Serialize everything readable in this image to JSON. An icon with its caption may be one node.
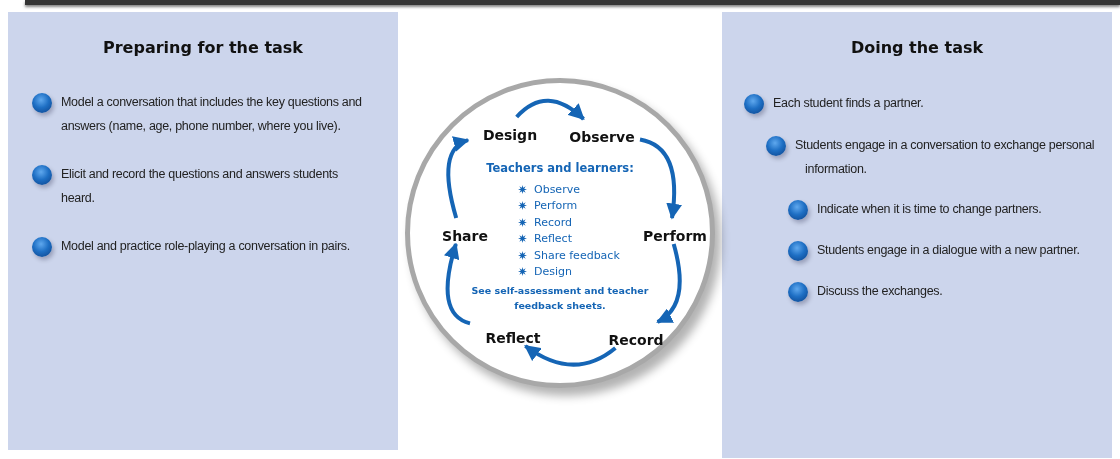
{
  "diagram": {
    "nodes": [
      {
        "text": [
          "Preparing for the task",
          "Model a conversation that includes the key questions and answers (name, age, phone number, where you live).",
          "Elicit and record the questions and answers students heard.",
          "Model and practice role-playing a conversation in pairs."
        ]
      },
      {
        "text": [
          "Doing the task",
          "Each student finds a partner.",
          "Students engage in a conversation to exchange personal information.",
          "Indicate when it is time to change partners.",
          "Students engage in a dialogue with a new partner.",
          "Discuss the exchanges."
        ]
      },
      {
        "text": [
          "Teachers and learners:",
          "Observe",
          "Perform",
          "Record",
          "Reflect",
          "Share feedback",
          "Design",
          "See self-assessment and teacher feedback sheets."
        ]
      },
      {
        "text": [
          "Design"
        ],
        "in": 2
      },
      {
        "text": [
          "Observe"
        ],
        "in": 2
      },
      {
        "text": [
          "Perform"
        ],
        "in": 2
      },
      {
        "text": [
          "Record"
        ],
        "in": 2
      },
      {
        "text": [
          "Reflect"
        ],
        "in": 2
      },
      {
        "text": [
          "Share"
        ],
        "in": 2
      }
    ],
    "edges": [
      {
        "from": 3,
        "to": 4,
        "arrow": "to"
      },
      {
        "from": 4,
        "to": 5,
        "arrow": "to"
      },
      {
        "from": 5,
        "to": 6,
        "arrow": "to"
      },
      {
        "from": 6,
        "to": 7,
        "arrow": "to"
      },
      {
        "from": 7,
        "to": 8,
        "arrow": "to"
      },
      {
        "from": 8,
        "to": 3,
        "arrow": "to"
      }
    ]
  }
}
